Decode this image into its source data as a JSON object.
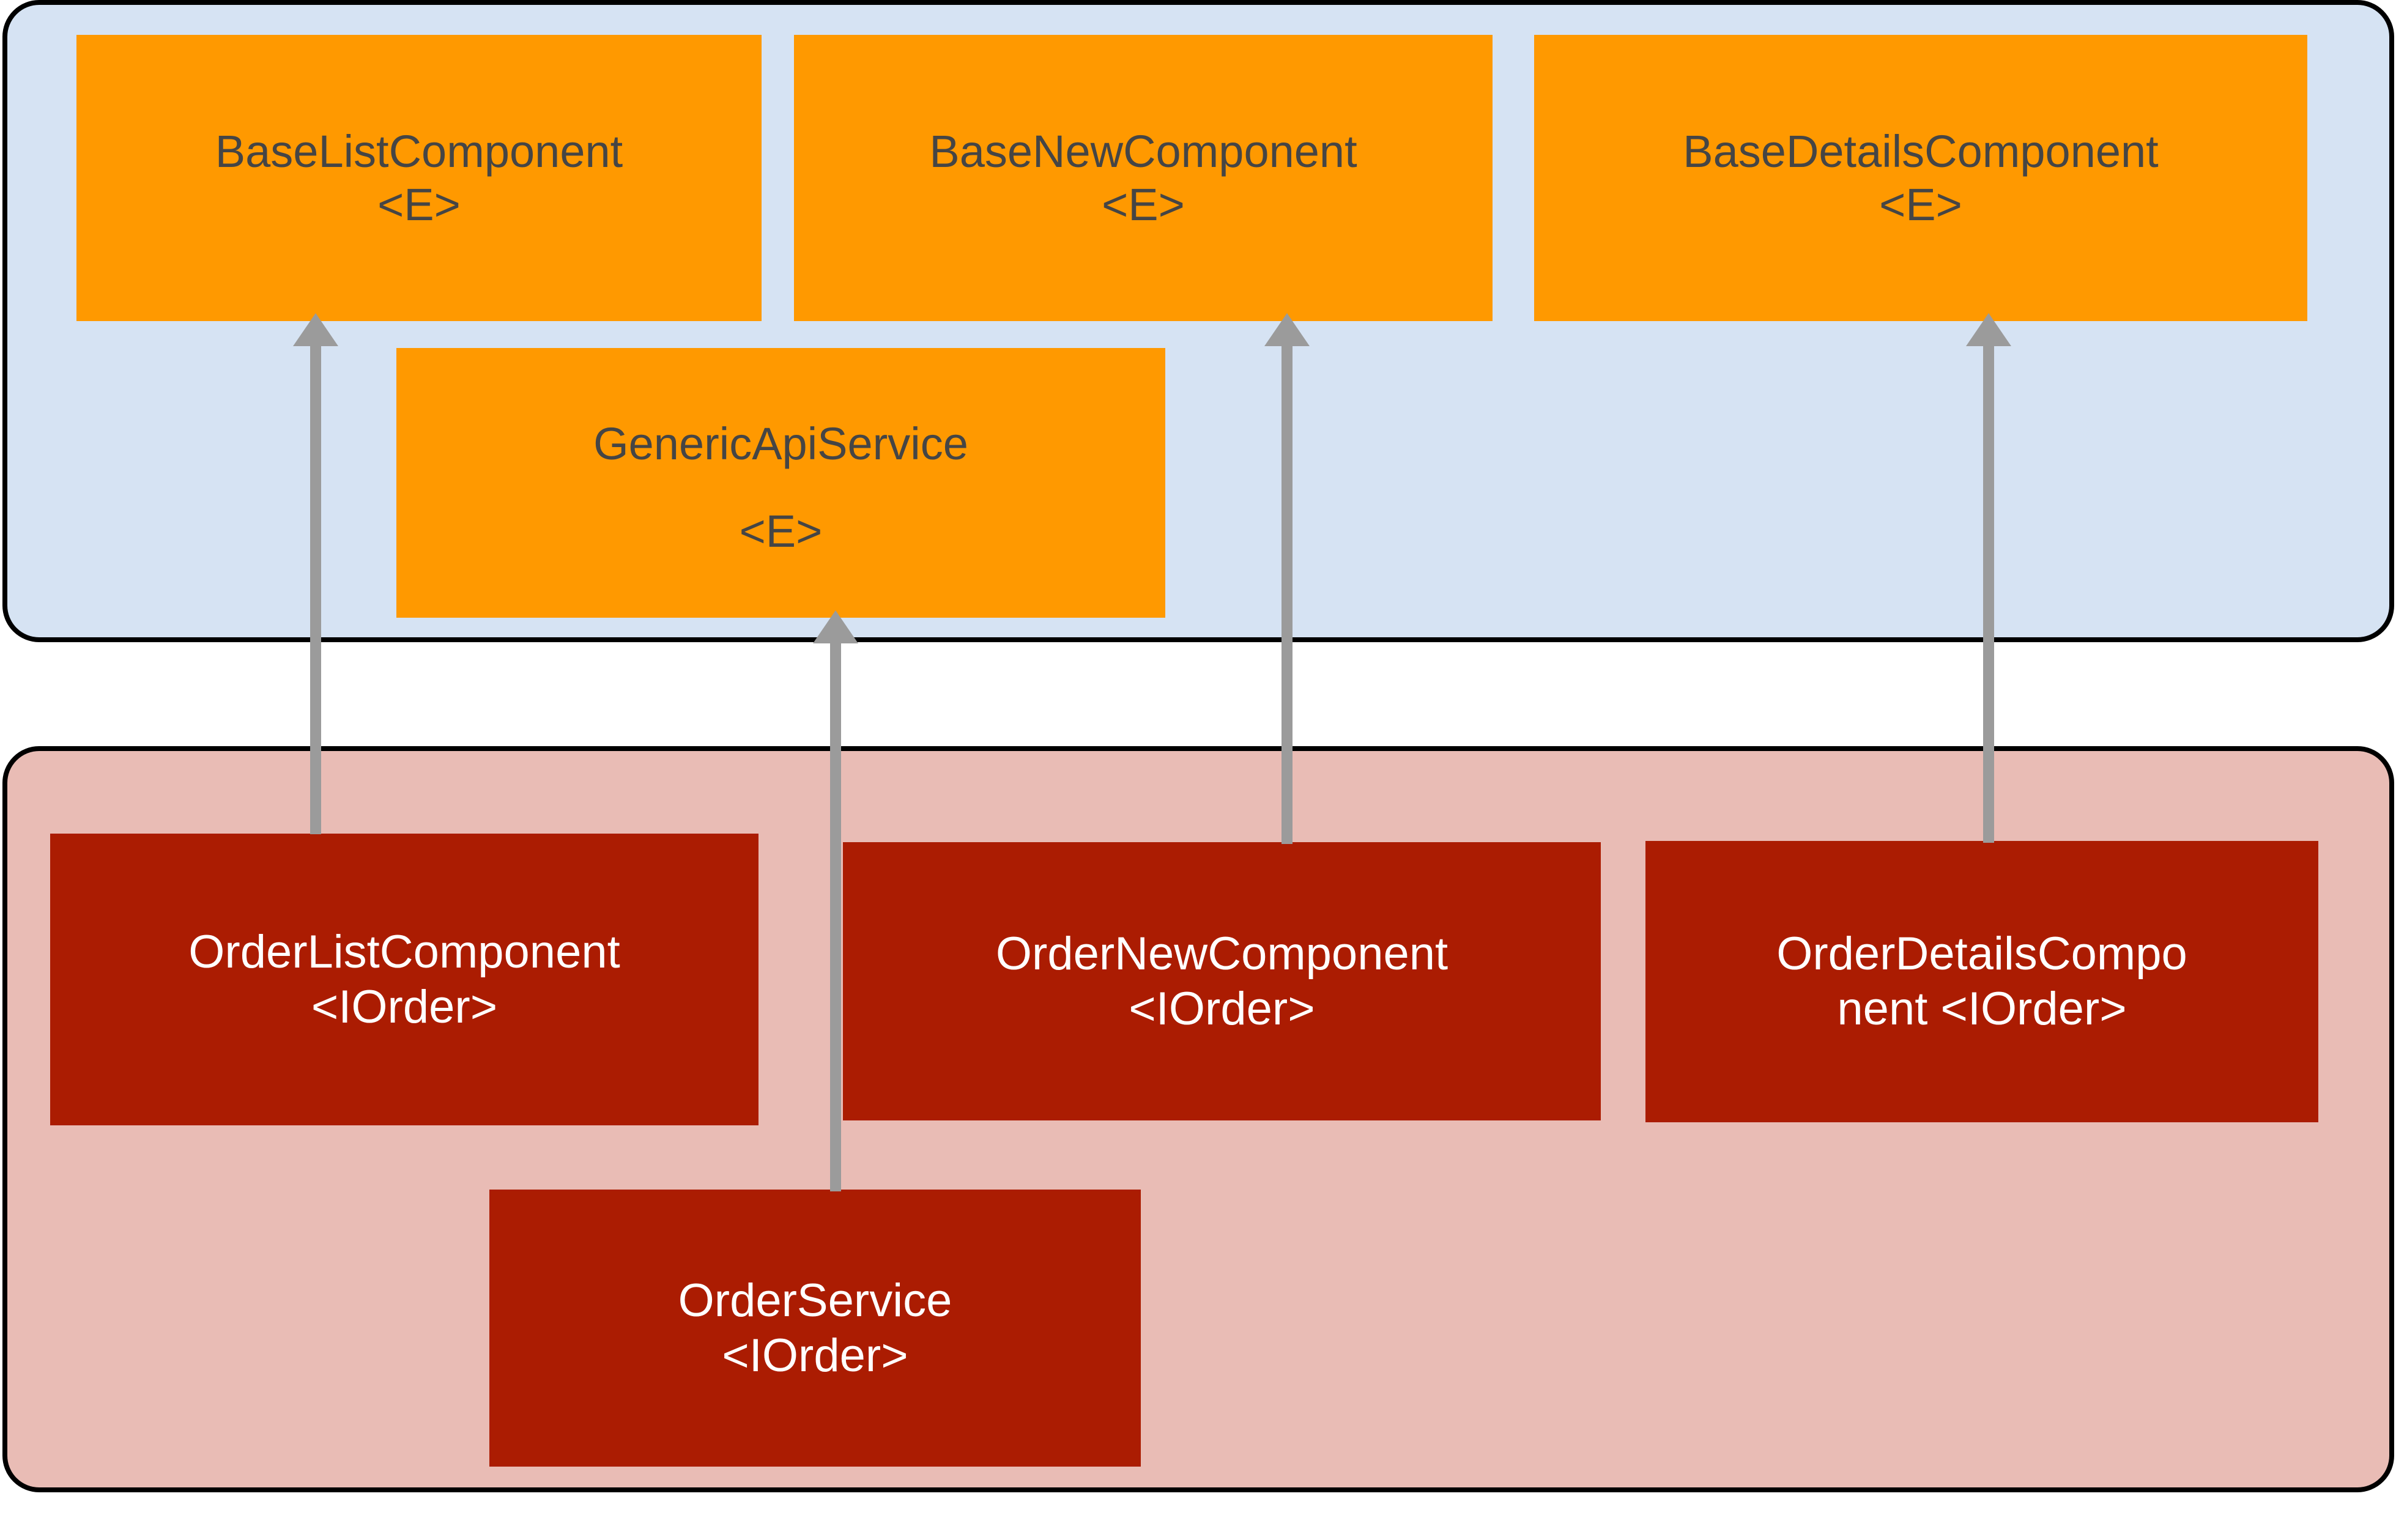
{
  "diagram": {
    "colors": {
      "base_layer_fill": "#d6e3f3",
      "order_layer_fill": "#e9bcb5",
      "generic_node_fill": "#ff9900",
      "generic_node_text": "#454545",
      "order_node_fill": "#ab1c02",
      "order_node_text": "#ffffff",
      "arrow": "#9b9b9b",
      "border": "#000000"
    },
    "base_layer": {
      "nodes": [
        {
          "name": "BaseListComponent",
          "type_param": "<E>"
        },
        {
          "name": "BaseNewComponent",
          "type_param": "<E>"
        },
        {
          "name": "BaseDetailsComponent",
          "type_param": "<E>"
        },
        {
          "name": "GenericApiService",
          "type_param": "<E>"
        }
      ]
    },
    "order_layer": {
      "nodes": [
        {
          "name": "OrderListComponent",
          "type_param": "<IOrder>",
          "label_line1": "OrderListComponent",
          "label_line2": "<IOrder>"
        },
        {
          "name": "OrderNewComponent",
          "type_param": "<IOrder>",
          "label_line1": "OrderNewComponent",
          "label_line2": "<IOrder>"
        },
        {
          "name": "OrderDetailsComponent",
          "type_param": "<IOrder>",
          "label_line1": "OrderDetailsCompo",
          "label_line2": "nent <IOrder>"
        },
        {
          "name": "OrderService",
          "type_param": "<IOrder>",
          "label_line1": "OrderService",
          "label_line2": "<IOrder>"
        }
      ]
    },
    "arrows": [
      {
        "from": "OrderListComponent",
        "to": "BaseListComponent",
        "direction": "up"
      },
      {
        "from": "OrderService",
        "to": "GenericApiService",
        "direction": "up"
      },
      {
        "from": "OrderNewComponent",
        "to": "BaseNewComponent",
        "direction": "up"
      },
      {
        "from": "OrderDetailsComponent",
        "to": "BaseDetailsComponent",
        "direction": "up"
      }
    ]
  }
}
